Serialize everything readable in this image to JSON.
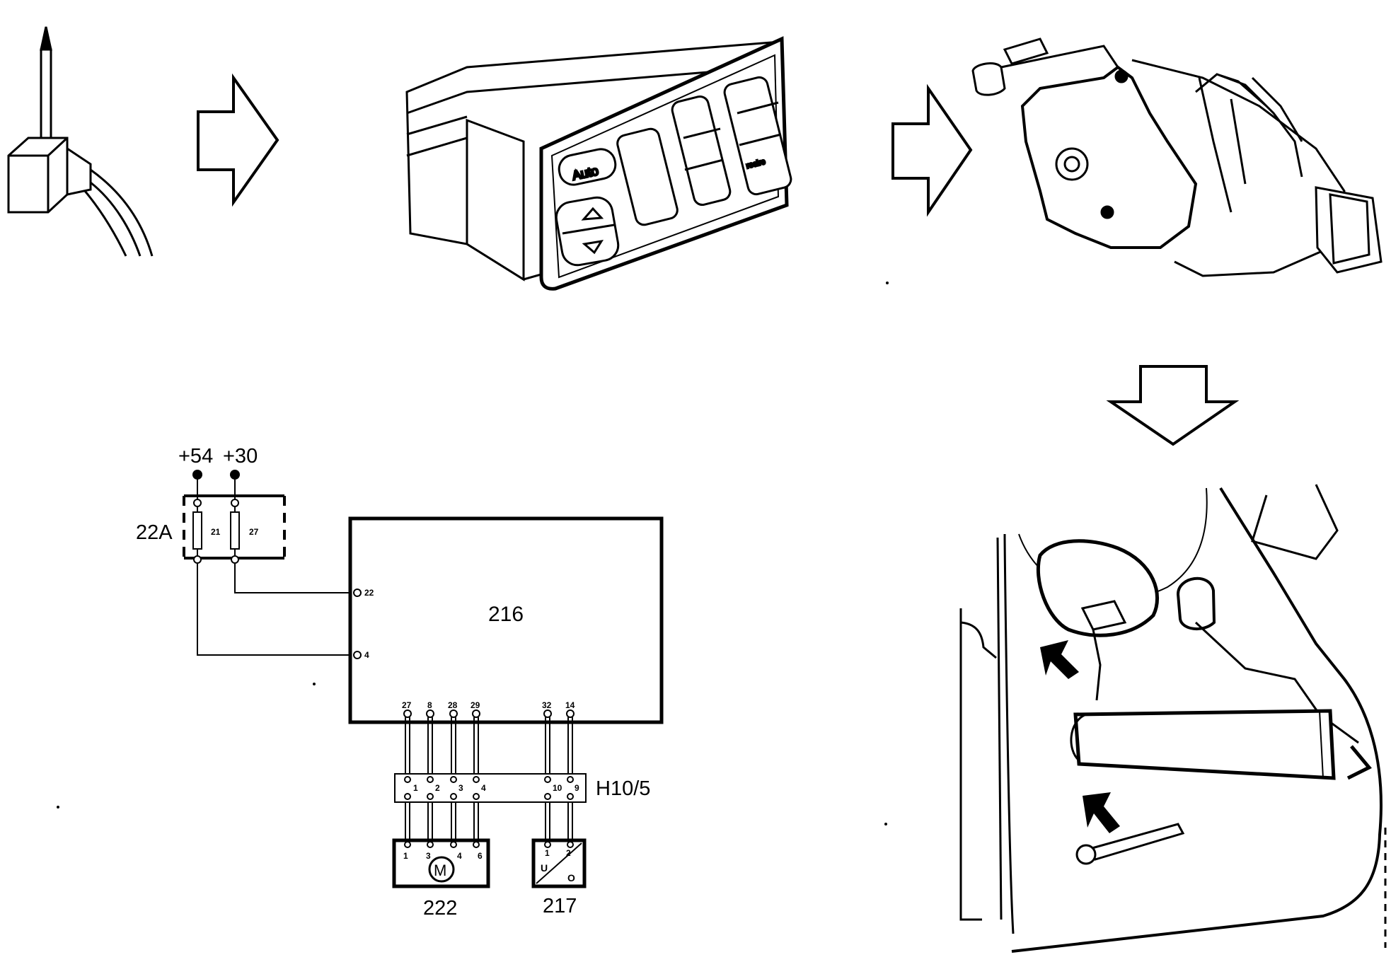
{
  "supply": {
    "terminal_54": "+54",
    "terminal_30": "+30"
  },
  "fuse_box": {
    "label": "22A",
    "fuse_a": "21",
    "fuse_b": "27"
  },
  "control_unit": {
    "label": "216",
    "pins_left": [
      "22",
      "4"
    ],
    "pins_bottom": [
      "27",
      "8",
      "28",
      "29",
      "32",
      "14"
    ]
  },
  "connector": {
    "label": "H10/5",
    "pins": [
      "1",
      "2",
      "3",
      "4",
      "10",
      "9"
    ]
  },
  "motor": {
    "label": "222",
    "pins": [
      "1",
      "3",
      "4",
      "6"
    ],
    "symbol": "M"
  },
  "sensor": {
    "label": "217",
    "pins": [
      "1",
      "2"
    ],
    "symbol_in": "U",
    "symbol_out": "O"
  },
  "control_panel": {
    "button_auto": "Auto",
    "button_recirc": "recirc"
  },
  "icons": [
    "needle-sensor-icon",
    "climate-control-panel-icon",
    "flap-motor-icon",
    "installation-location-icon",
    "arrow-right-icon",
    "arrow-down-icon",
    "pointer-arrow-icon"
  ]
}
